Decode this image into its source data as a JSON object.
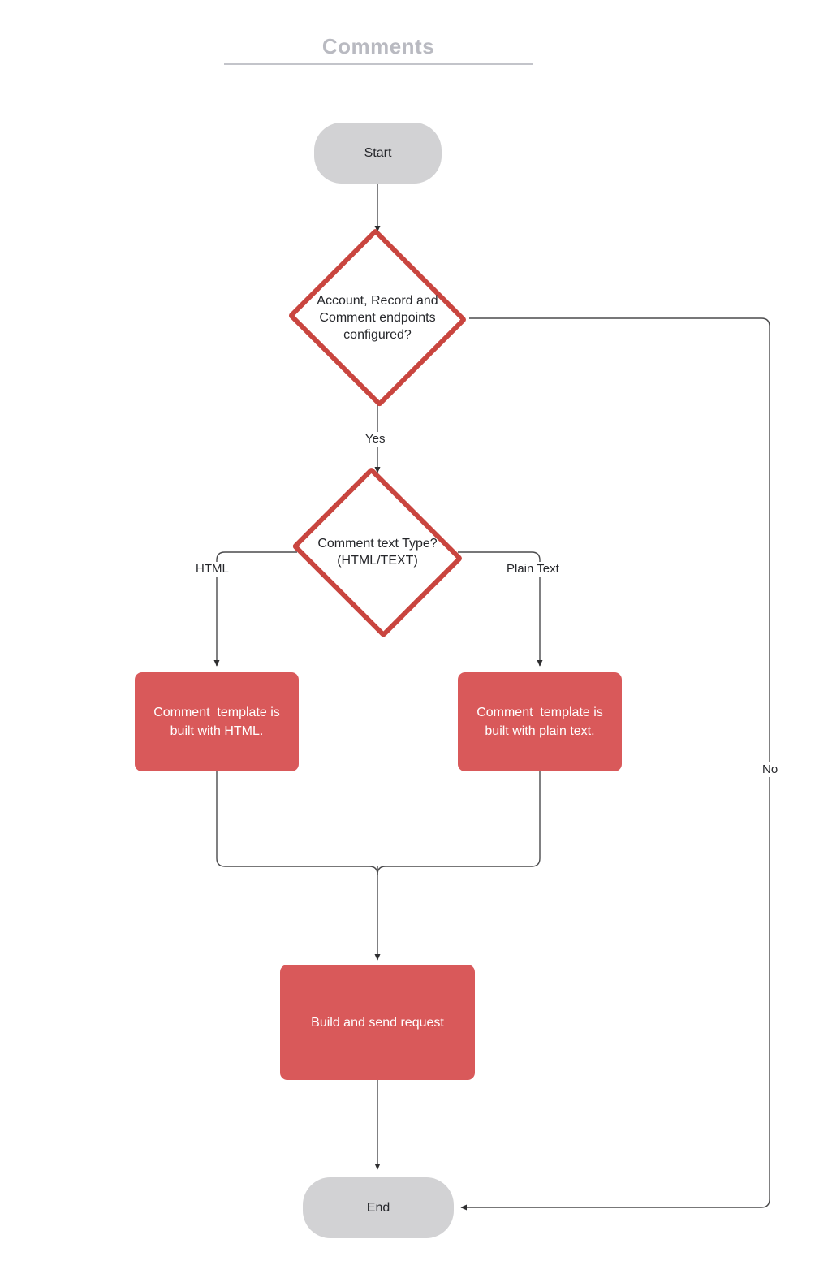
{
  "page": {
    "title": "Comments",
    "background": "#ffffff"
  },
  "colors": {
    "terminal_fill": "#d2d2d4",
    "process_fill": "#d9595a",
    "decision_border": "#c9453f",
    "decision_fill": "#ffffff",
    "connector": "#4a4a4c",
    "title_text": "#b9bac1",
    "dark_text": "#26272b",
    "light_text": "#ffffff"
  },
  "flowchart": {
    "nodes": {
      "start": {
        "label": "Start",
        "shape": "terminal"
      },
      "decision_endpoints": {
        "line1": "Account, Record and",
        "line2": "Comment endpoints",
        "line3": "configured?",
        "shape": "decision"
      },
      "decision_text_type": {
        "line1": "Comment text Type?",
        "line2": "(HTML/TEXT)",
        "shape": "decision"
      },
      "process_html": {
        "line1": "Comment  template is",
        "line2": "built with HTML.",
        "shape": "process"
      },
      "process_plain": {
        "line1": "Comment  template is",
        "line2": "built with plain text.",
        "shape": "process"
      },
      "process_build_send": {
        "label": "Build and send request",
        "shape": "process"
      },
      "end": {
        "label": "End",
        "shape": "terminal"
      }
    },
    "edge_labels": {
      "yes": "Yes",
      "no": "No",
      "html": "HTML",
      "plain_text": "Plain Text"
    }
  }
}
